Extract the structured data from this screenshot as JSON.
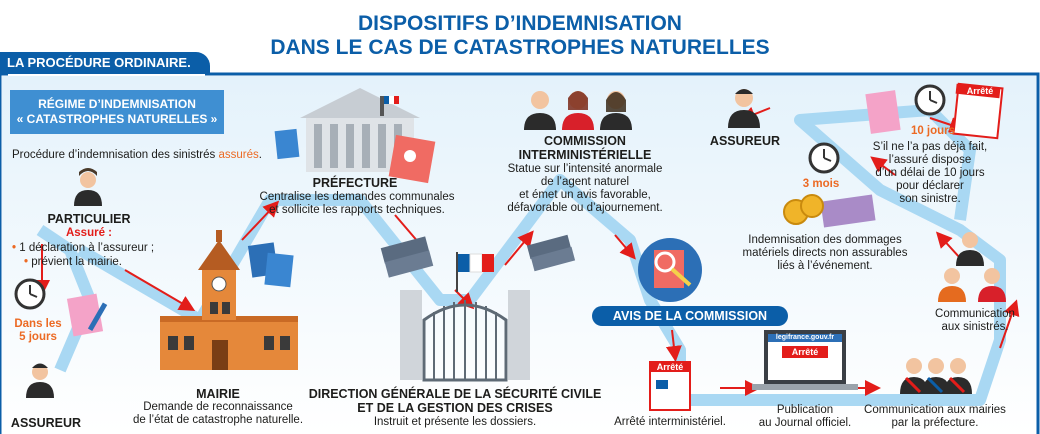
{
  "title_line1": "DISPOSITIFS D’INDEMNISATION",
  "title_line2": "DANS LE CAS DE CATASTROPHES NATURELLES",
  "banner": "LA PROCÉDURE ORDINAIRE.",
  "regime": {
    "line1": "RÉGIME D’INDEMNISATION",
    "line2": "« CATASTROPHES NATURELLES »",
    "caption_prefix": "Procédure d’indemnisation des sinistrés ",
    "caption_highlight": "assurés",
    "caption_suffix": "."
  },
  "particulier": {
    "title": "PARTICULIER",
    "subtitle": "Assuré :",
    "bullet1": "1 déclaration à l’assureur ;",
    "bullet2": "prévient la mairie."
  },
  "delay_5": {
    "line1": "Dans les",
    "line2": "5 jours"
  },
  "assureur_left": "ASSUREUR",
  "mairie": {
    "title": "MAIRIE",
    "line1": "Demande de reconnaissance",
    "line2": "de l’état de catastrophe naturelle."
  },
  "prefecture": {
    "title": "PRÉFECTURE",
    "line1": "Centralise les demandes communales",
    "line2": "et sollicite les rapports techniques."
  },
  "dgscgc": {
    "line1": "DIRECTION GÉNÉRALE DE LA SÉCURITÉ CIVILE",
    "line2": "ET DE LA GESTION DES CRISES",
    "line3": "Instruit et présente les dossiers."
  },
  "commission": {
    "title1": "COMMISSION",
    "title2": "INTERMINISTÉRIELLE",
    "line1": "Statue sur l’intensité anormale",
    "line2": "de l’agent naturel",
    "line3": "et émet un avis favorable,",
    "line4": "défavorable ou d’ajournement."
  },
  "avis": "AVIS DE LA COMMISSION",
  "arrete_interministeriel": "Arrêté interministériel.",
  "publication": {
    "line1": "Publication",
    "line2": "au Journal officiel."
  },
  "website": "legifrance.gouv.fr",
  "arrete_label": "Arrêté",
  "communication_mairies": {
    "line1": "Communication aux mairies",
    "line2": "par la préfecture."
  },
  "communication_sinistres": {
    "line1": "Communication",
    "line2": "aux sinistrés."
  },
  "assureur_right": "ASSUREUR",
  "delay_10": "10 jours",
  "declaration": {
    "line1": "S’il ne l’a pas déjà fait,",
    "line2": "l’assuré dispose",
    "line3": "d’un délai de 10 jours",
    "line4": "pour déclarer",
    "line5": "son sinistre."
  },
  "delay_3": "3 mois",
  "indemnisation": {
    "line1": "Indemnisation des dommages",
    "line2": "matériels directs non assurables",
    "line3": "liés à l’événement."
  },
  "colors": {
    "primary": "#0b5ea8",
    "accent": "#ec6a24",
    "red": "#e31d1a",
    "road": "#a9d8f3"
  }
}
